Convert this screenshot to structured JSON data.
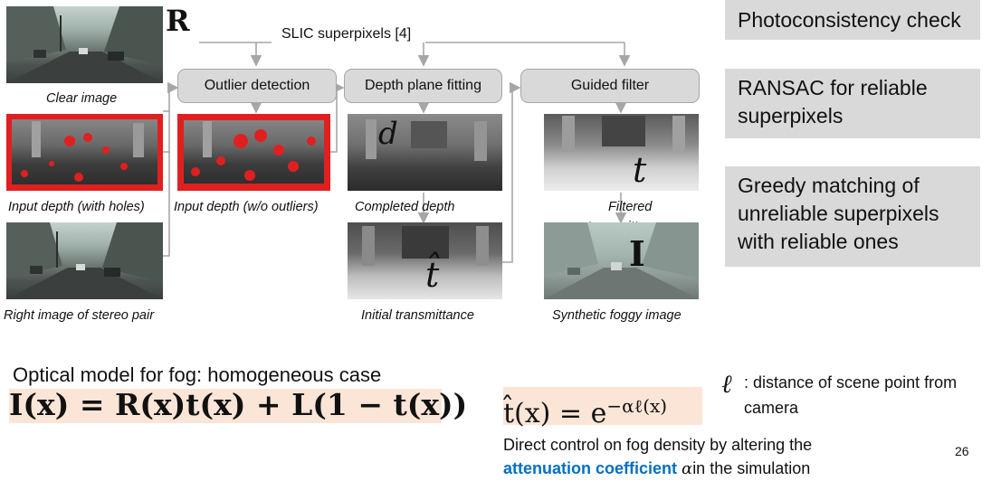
{
  "diagram": {
    "r_symbol": "R",
    "slic_label": "SLIC superpixels [4]",
    "processes": {
      "outlier": "Outlier detection",
      "depth_plane": "Depth plane fitting",
      "guided": "Guided filter"
    },
    "captions": {
      "clear": "Clear image",
      "input_holes": "Input depth (with holes)",
      "input_no_outliers": "Input depth (w/o outliers)",
      "completed": "Completed depth",
      "filtered_1": "Filtered",
      "filtered_2": "transmittance",
      "right_image": "Right image of stereo pair",
      "initial": "Initial transmittance",
      "foggy": "Synthetic foggy image"
    },
    "symbols": {
      "d": "d",
      "t": "t",
      "t_hat": "t̂",
      "I": "I"
    }
  },
  "steps": [
    "Photoconsistency check",
    "RANSAC for reliable superpixels",
    "Greedy matching of unreliable superpixels with reliable ones"
  ],
  "optical": {
    "heading": "Optical model for fog: homogeneous case",
    "equation": "I(x) = R(x)t(x) + L(1 − t(x))",
    "transmittance": "t̂(x) = e^{−αℓ(x)}",
    "ell_symbol": "ℓ",
    "ell_desc_1": ": distance of scene point from",
    "ell_desc_2": "camera",
    "control_line1": "Direct control on fog density by altering the",
    "control_emph": "attenuation coefficient",
    "control_alpha": "α",
    "control_rest": "in the simulation"
  },
  "page_number": "26",
  "colors": {
    "process_box": "#d9d9d9",
    "side_box": "#d9d9d9",
    "formula_bg": "#fbe5d6",
    "arrow": "#a6a6a6",
    "emph": "#0070c0"
  },
  "icons": [
    "clear-street-photo",
    "input-depth-holes-map",
    "right-stereo-photo",
    "input-depth-no-outliers-map",
    "completed-depth-map",
    "initial-transmittance-map",
    "filtered-transmittance-map",
    "foggy-street-photo"
  ]
}
